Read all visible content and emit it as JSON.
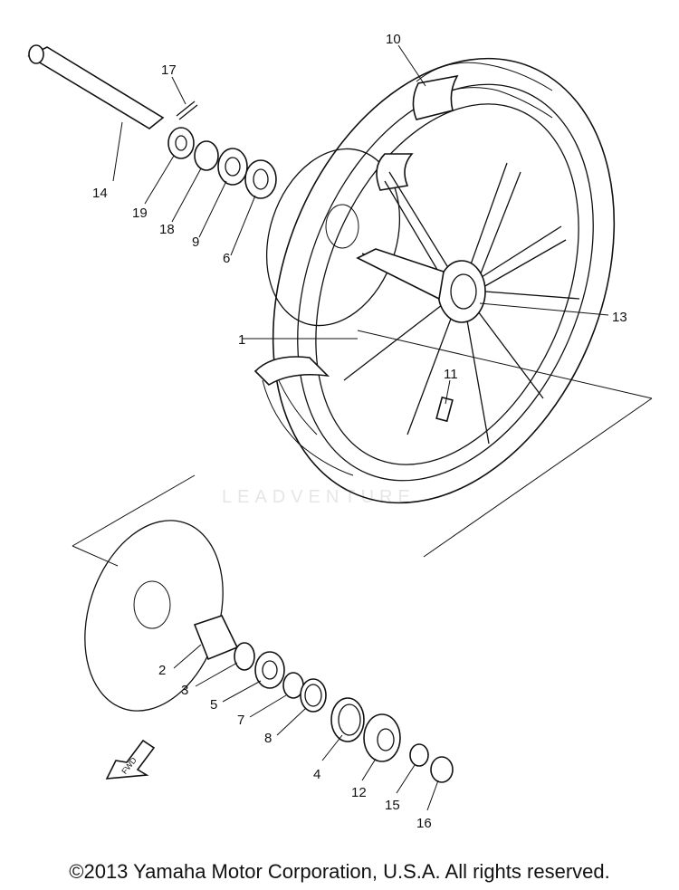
{
  "diagram": {
    "watermark": "LEADVENTURE",
    "fwd_label": "FWD",
    "callouts": [
      "1",
      "2",
      "3",
      "4",
      "5",
      "6",
      "7",
      "8",
      "9",
      "10",
      "11",
      "12",
      "13",
      "14",
      "15",
      "16",
      "17",
      "18",
      "19"
    ]
  },
  "footer": {
    "copyright": "©2013 Yamaha Motor Corporation, U.S.A. All rights reserved."
  }
}
